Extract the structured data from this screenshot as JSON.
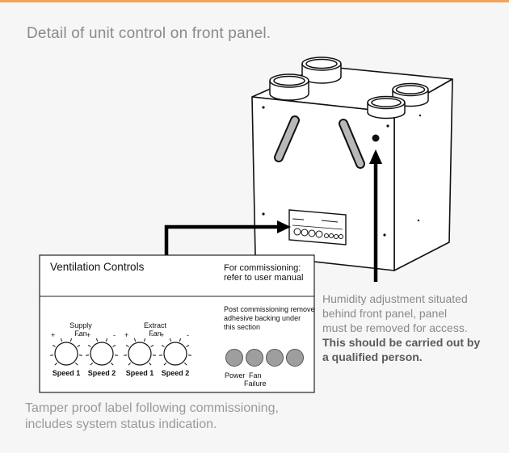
{
  "heading": "Detail of unit control on front panel.",
  "label": {
    "title": "Ventilation Controls",
    "commissioning_line1": "For commissioning:",
    "commissioning_line2": "refer to user manual",
    "post_line1": "Post commissioning remove",
    "post_line2": "adhesive backing under",
    "post_line3": "this section",
    "supply_line1": "Supply",
    "supply_line2": "Fan",
    "extract_line1": "Extract",
    "extract_line2": "Fan",
    "speed1_a": "Speed 1",
    "speed2_a": "Speed 2",
    "speed1_b": "Speed 1",
    "speed2_b": "Speed 2",
    "power": "Power",
    "fan": "Fan",
    "failure": "Failure",
    "plus": "+",
    "minus": "-"
  },
  "humidity_note": {
    "line1": "Humidity adjustment situated",
    "line2": "behind front panel, panel",
    "line3": "must be removed for access.",
    "bold1": "This should be carried out by",
    "bold2": "a qualified person."
  },
  "footnote": {
    "line1": "Tamper proof label following commissioning,",
    "line2": "includes system status indication."
  },
  "colors": {
    "accent_border": "#f2a55a",
    "background": "#f6f6f6",
    "led_gray": "#9e9e9e"
  }
}
